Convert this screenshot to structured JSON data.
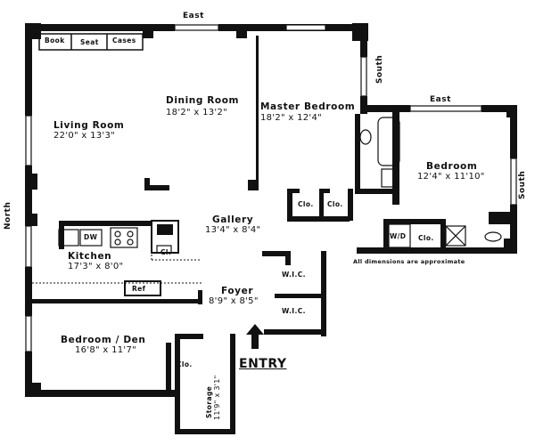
{
  "plan": {
    "rooms": {
      "living_room": {
        "name": "Living Room",
        "dims": "22'0\" x 13'3\""
      },
      "dining_room": {
        "name": "Dining Room",
        "dims": "18'2\" x 13'2\""
      },
      "master_bedroom": {
        "name": "Master Bedroom",
        "dims": "18'2\" x 12'4\""
      },
      "bedroom": {
        "name": "Bedroom",
        "dims": "12'4\" x 11'10\""
      },
      "gallery": {
        "name": "Gallery",
        "dims": "13'4\" x 8'4\""
      },
      "kitchen": {
        "name": "Kitchen",
        "dims": "17'3\" x 8'0\""
      },
      "foyer": {
        "name": "Foyer",
        "dims": "8'9\" x 8'5\""
      },
      "bedroom_den": {
        "name": "Bedroom / Den",
        "dims": "16'8\" x 11'7\""
      },
      "storage": {
        "name": "Storage",
        "dims": "11'9\" x 3'1\""
      }
    },
    "fixtures": {
      "book": "Book",
      "seat": "Seat",
      "cases": "Cases",
      "dw": "DW",
      "ref": "Ref",
      "washer_dryer": "W/D"
    },
    "closets": {
      "clo": "Clo.",
      "cl": "Cl.",
      "wic": "W.I.C."
    },
    "compass": {
      "east": "East",
      "south": "South",
      "north": "North"
    },
    "note": "All dimensions are approximate",
    "entry": "ENTRY"
  }
}
